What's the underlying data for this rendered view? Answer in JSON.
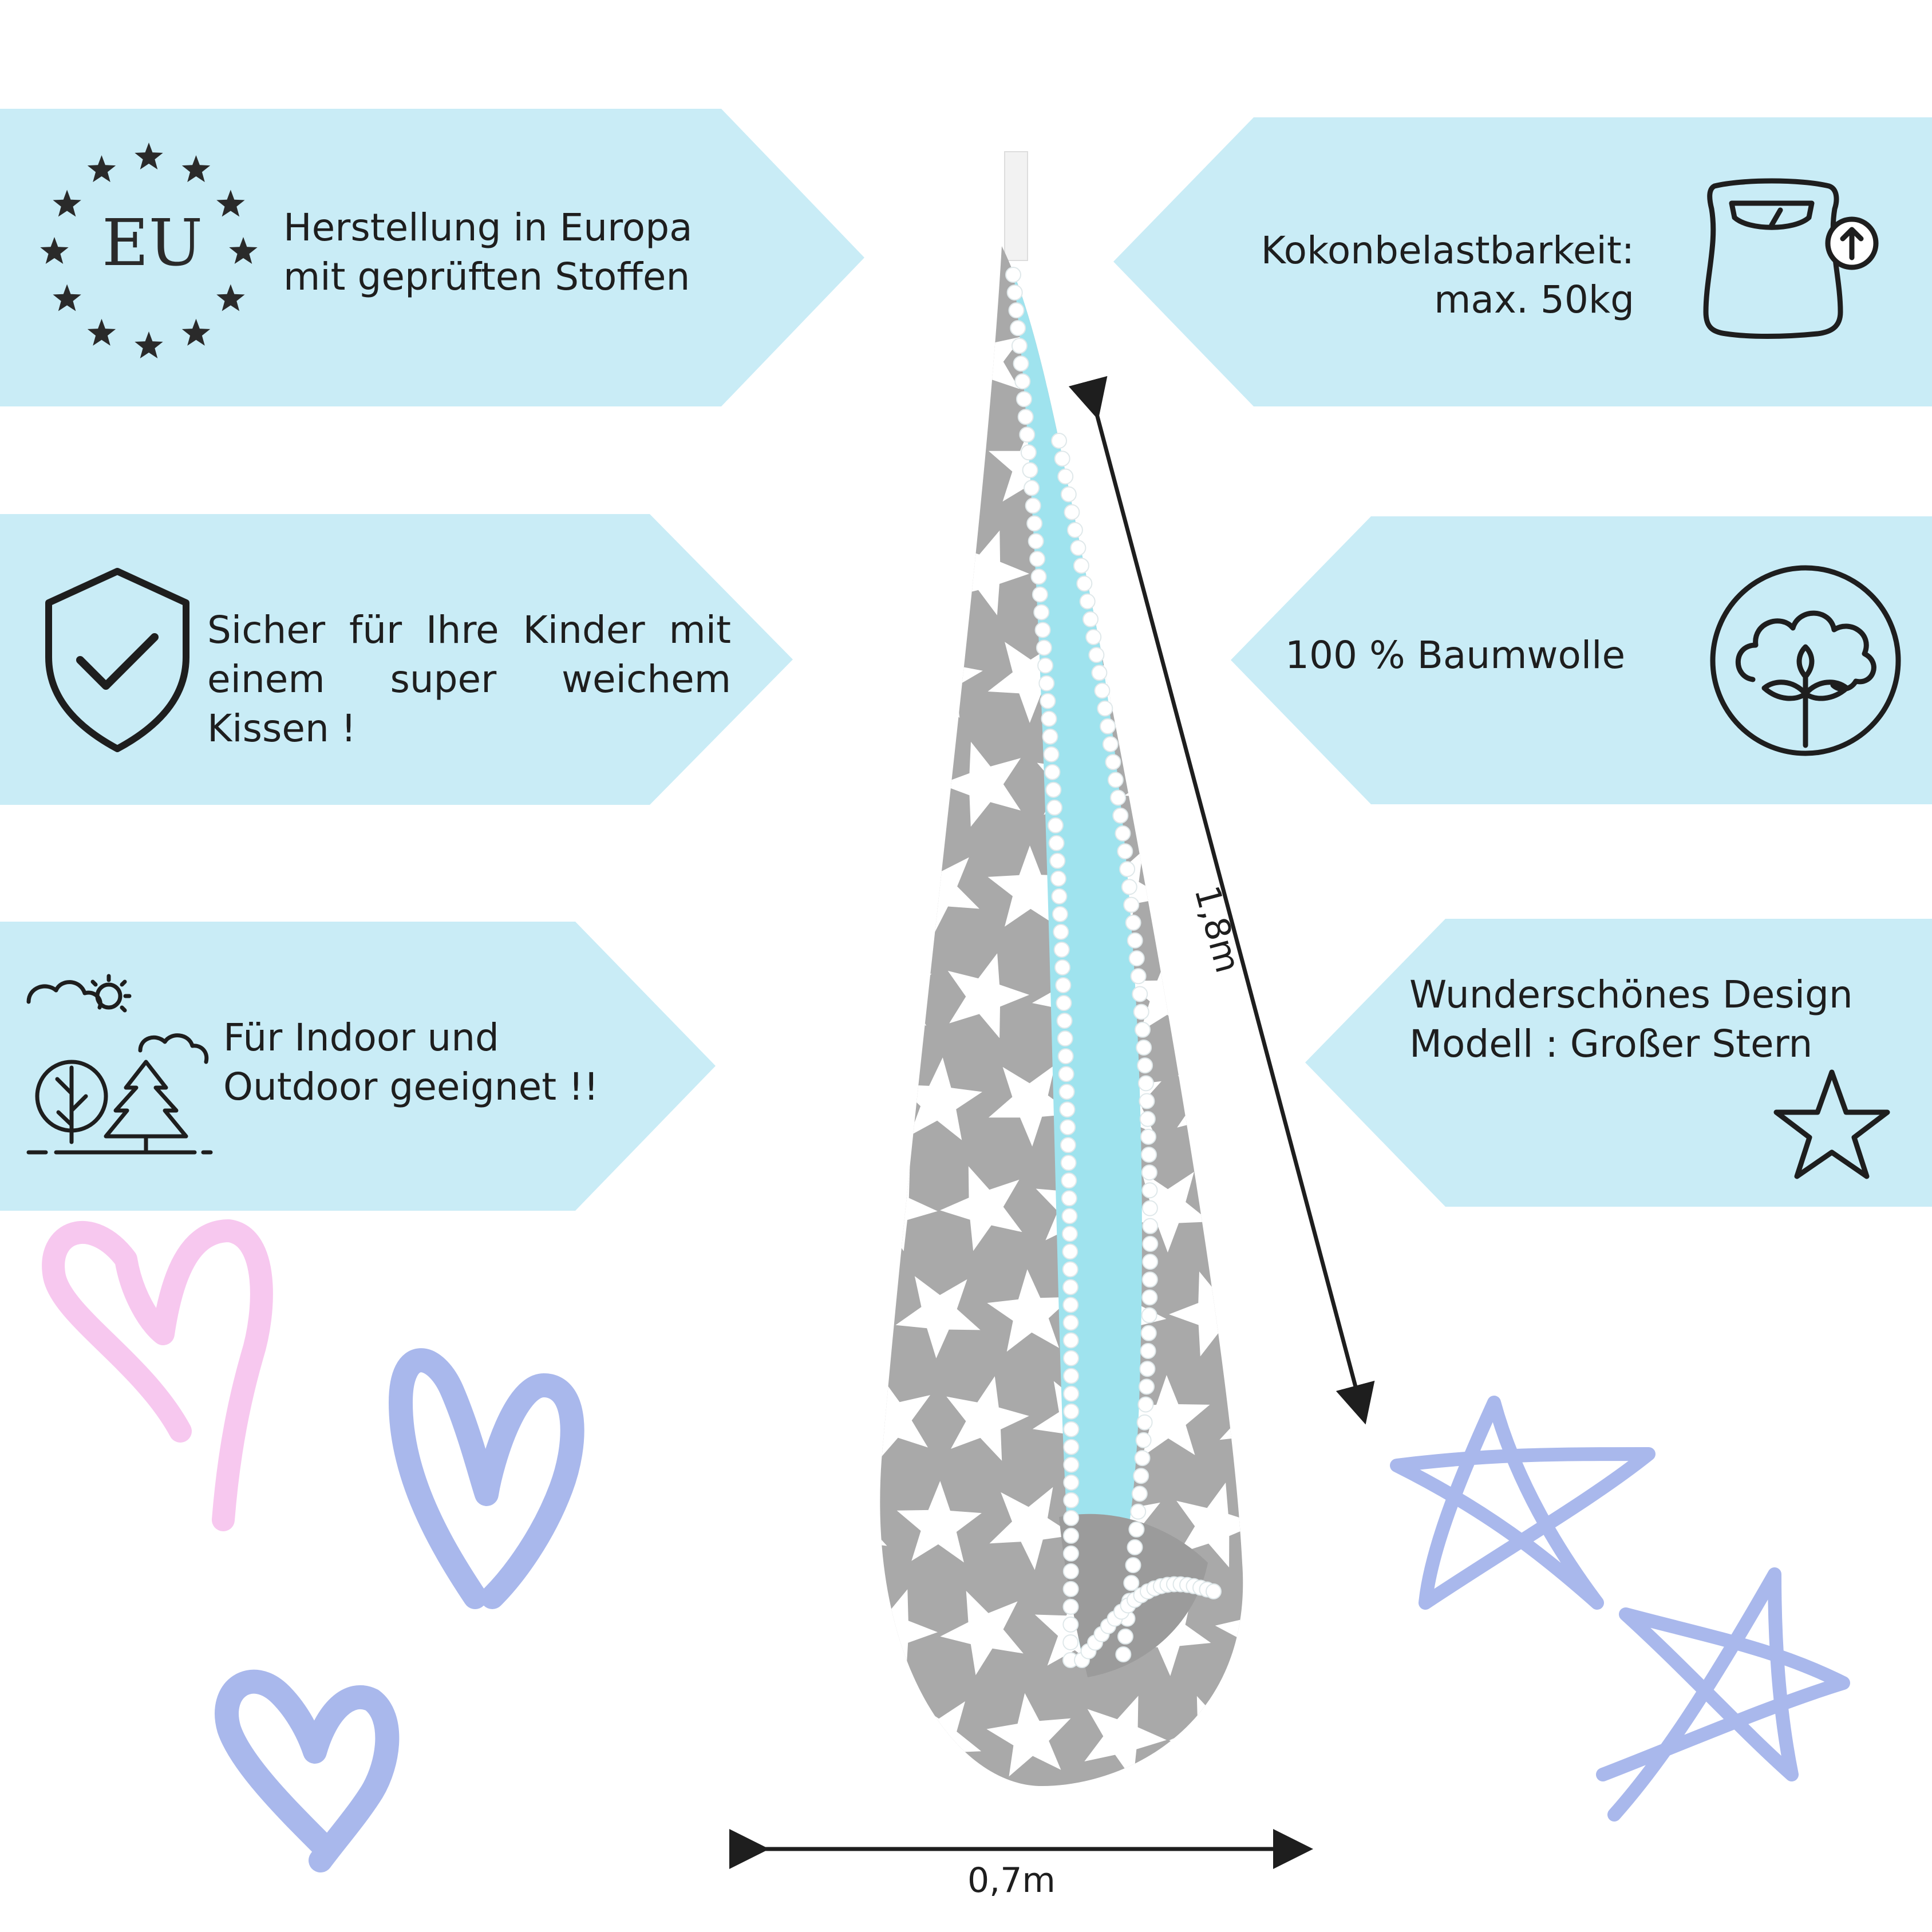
{
  "colors": {
    "banner": "#c9ecf6",
    "icon": "#1e1e1e",
    "pink_heart": "#f7c8ef",
    "blue_doodle": "#a9b8ec",
    "cocoon_grey": "#a9a9a9",
    "cocoon_inner": "#9fe3ee",
    "star_print": "#ffffff"
  },
  "features": {
    "europe": {
      "line1": "Herstellung in Europa",
      "line2": "mit geprüften Stoffen",
      "icon": "eu-stars-icon",
      "icon_label": "EU"
    },
    "safety": {
      "text": "Sicher für Ihre Kinder mit einem super weichem Kissen !",
      "icon": "shield-check-icon"
    },
    "outdoor": {
      "line1": "Für Indoor und",
      "line2": "Outdoor geeignet !!",
      "icon": "nature-icon"
    },
    "load": {
      "line1": "Kokonbelastbarkeit:",
      "line2": "max. 50kg",
      "icon": "scale-icon"
    },
    "cotton": {
      "text": "100 % Baumwolle",
      "icon": "cotton-icon"
    },
    "design": {
      "line1": "Wunderschönes Design",
      "line2": "Modell : Großer Stern",
      "icon": "star-outline-icon"
    }
  },
  "dimensions": {
    "height": "1,8m",
    "width": "0,7m"
  },
  "product": {
    "name": "hanging-cocoon",
    "pattern": "white-stars-on-grey"
  }
}
